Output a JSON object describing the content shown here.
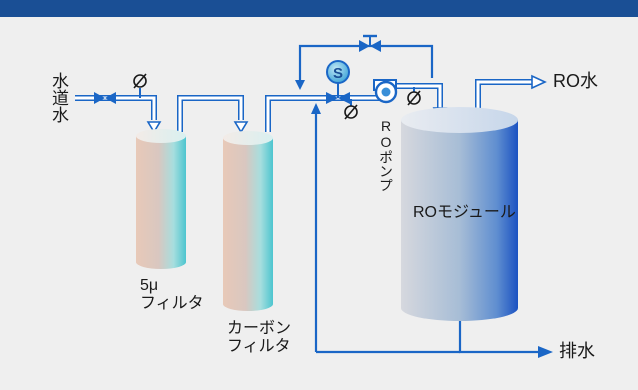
{
  "labels": {
    "tap_water": "水道水",
    "filter_5u_line1": "5μ",
    "filter_5u_line2": "フィルタ",
    "carbon_filter_line1": "カーボン",
    "carbon_filter_line2": "フィルタ",
    "ro_pump": "ROポンプ",
    "ro_module": "ROモジュール",
    "ro_water": "RO水",
    "drain": "排水",
    "solenoid_symbol": "S"
  },
  "colors": {
    "header_bar": "#1a4f95",
    "background": "#efefef",
    "pipe_blue": "#1a66c6",
    "pipe_white": "#ffffff",
    "text": "#1a1a1a"
  },
  "icons": [
    "gate-valve-icon",
    "pressure-gauge-icon",
    "solenoid-valve-icon",
    "pump-icon",
    "arrow-icon"
  ]
}
